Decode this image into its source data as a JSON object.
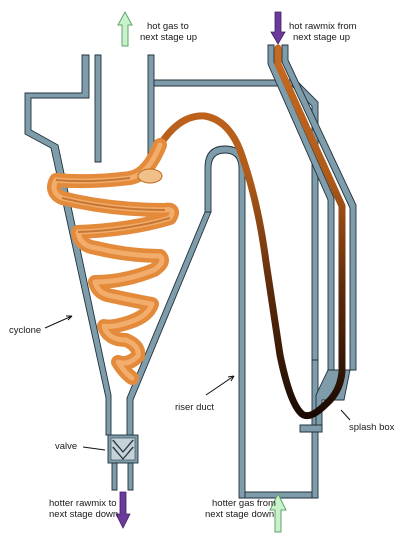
{
  "labels": {
    "hot_gas_up_1": "hot gas to",
    "hot_gas_up_2": "next stage up",
    "rawmix_from_1": "hot rawmix from",
    "rawmix_from_2": "next stage up",
    "cyclone": "cyclone",
    "riser_duct": "riser duct",
    "splash_box": "splash box",
    "valve": "valve",
    "rawmix_down_1": "hotter rawmix to",
    "rawmix_down_2": "next stage down",
    "gas_from_1": "hotter gas from",
    "gas_from_2": "next stage down"
  },
  "colors": {
    "wall_fill": "#7f9caa",
    "wall_outline": "#20323d",
    "rawmix_orange": "#c96a1e",
    "rawmix_dark": "#1a0a02",
    "gas_arrow": "#c9f2cc",
    "rawmix_arrow": "#6b3a9a"
  },
  "icons": {
    "gas_arrow": "up-arrow-icon",
    "rawmix_arrow": "down-arrow-icon"
  }
}
